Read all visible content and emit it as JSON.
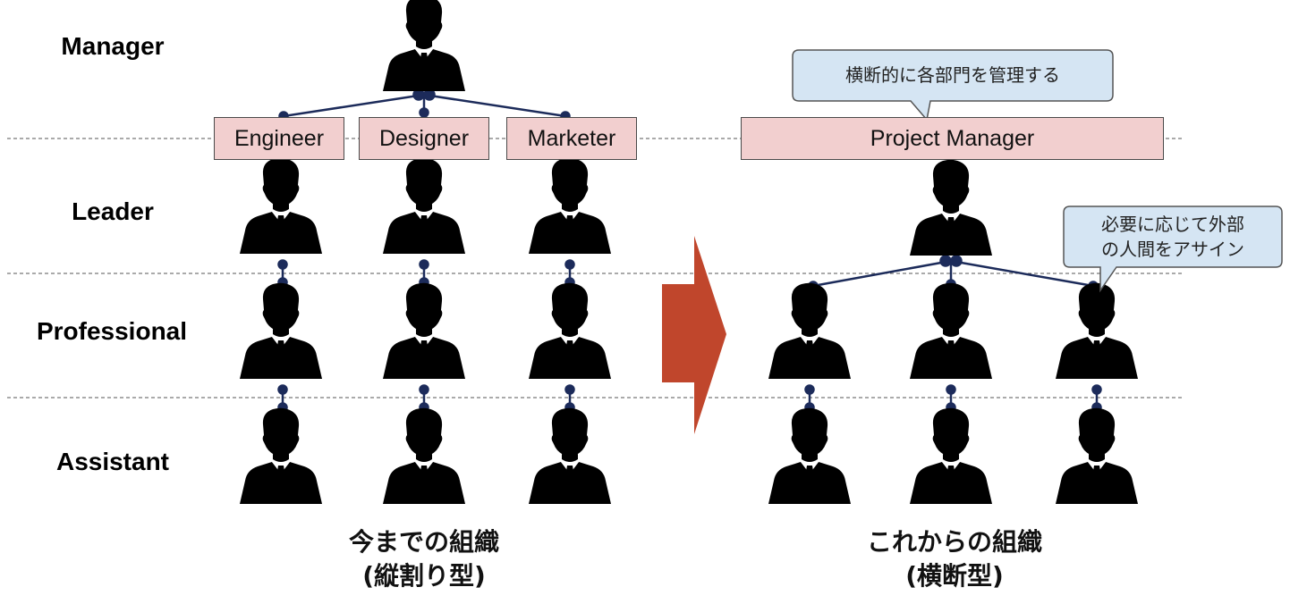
{
  "levels": {
    "manager": "Manager",
    "leader": "Leader",
    "professional": "Professional",
    "assistant": "Assistant"
  },
  "departments": {
    "engineer": "Engineer",
    "designer": "Designer",
    "marketer": "Marketer"
  },
  "project_manager": "Project Manager",
  "callouts": {
    "cross_manage": "横断的に各部門を管理する",
    "assign_line1": "必要に応じて外部",
    "assign_line2": "の人間をアサイン"
  },
  "captions": {
    "old_line1": "今までの組織",
    "old_line2": "(縦割り型)",
    "new_line1": "これからの組織",
    "new_line2": "(横断型)"
  },
  "icons": {
    "person": "businessman-silhouette-icon",
    "arrow": "right-arrow-icon"
  },
  "colors": {
    "box_fill": "#f2cfcf",
    "bubble_fill": "#d5e5f3",
    "connector": "#1c2b5a",
    "arrow_fill": "#c0462c",
    "person": "#000000"
  }
}
